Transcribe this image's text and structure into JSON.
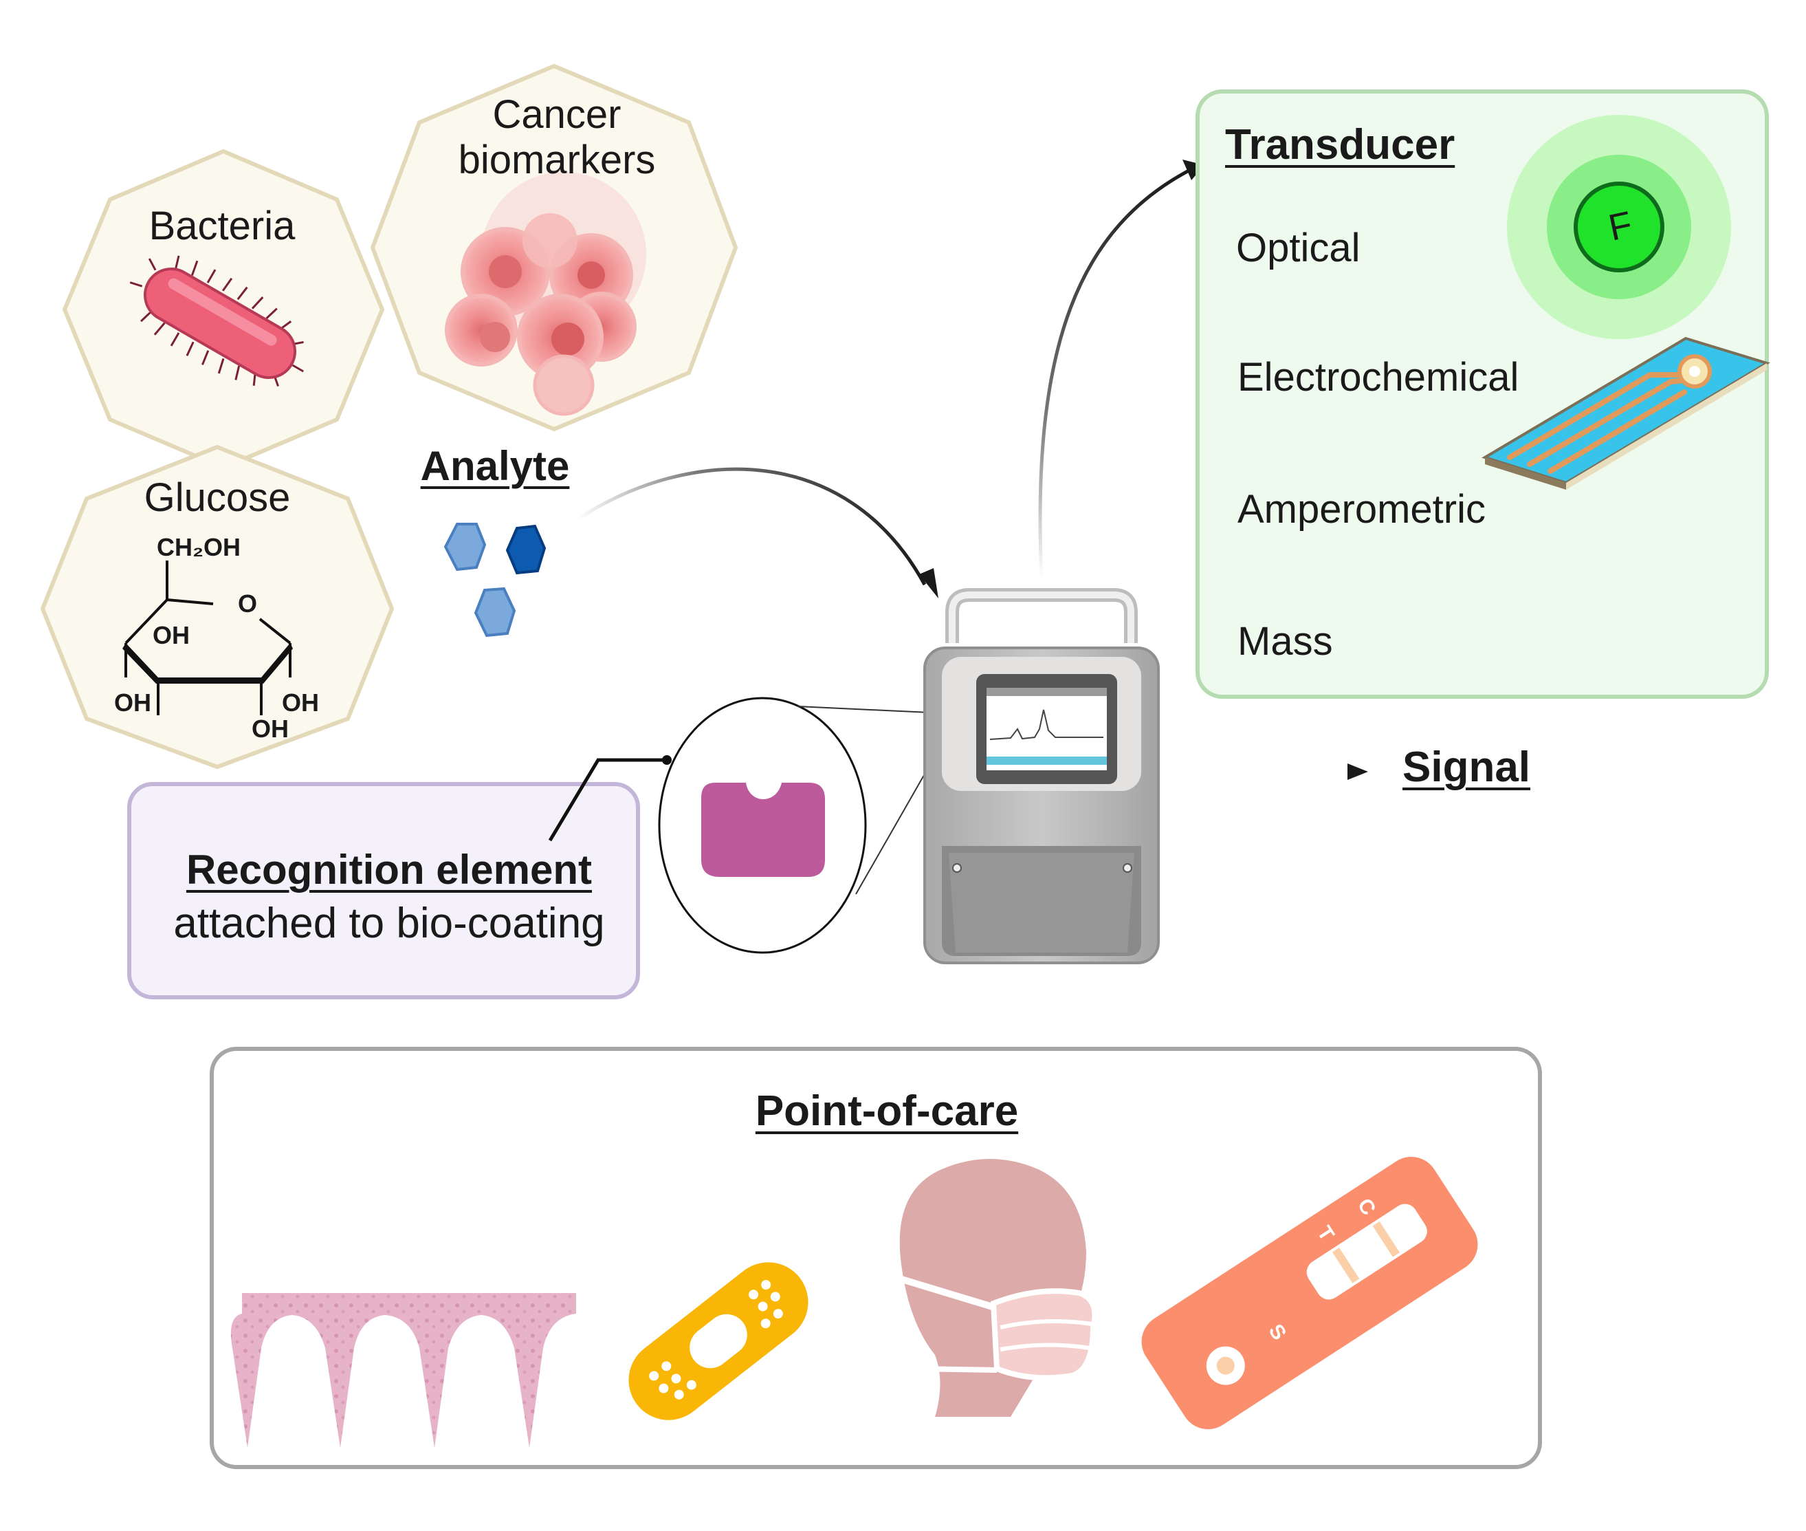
{
  "analyte": {
    "title": "Analyte",
    "bacteria_label": "Bacteria",
    "cancer_label_line1": "Cancer",
    "cancer_label_line2": "biomarkers",
    "glucose_label": "Glucose",
    "glucose_groups": {
      "ch2oh": "CH₂OH",
      "o": "O",
      "oh": "OH"
    }
  },
  "recognition": {
    "title": "Recognition element",
    "subtitle": "attached to bio-coating"
  },
  "transducer": {
    "title": "Transducer",
    "types": [
      "Optical",
      "Electrochemical",
      "Amperometric",
      "Mass"
    ],
    "fluorophore_letter": "F"
  },
  "signal": {
    "label": "Signal"
  },
  "poc": {
    "title": "Point-of-care",
    "test_letters": {
      "c": "C",
      "t": "T",
      "s": "S"
    }
  },
  "colors": {
    "hex_fill": "#fbf8ee",
    "hex_stroke": "#e3d9b8",
    "bacteria": "#ee5f78",
    "cancer": "#f2979a",
    "analyte_light": "#7ba9dc",
    "analyte_dark": "#0d5bb0",
    "recognition_box_fill": "#f4f1fa",
    "recognition_box_stroke": "#c4b6d9",
    "receptor": "#bc5a9c",
    "transducer_box_fill": "#eefaee",
    "transducer_box_stroke": "#b5dcb0",
    "fluor": "#21e22b",
    "strip": "#38c3ea",
    "poc_stroke": "#a6a6a6",
    "microneedle": "#e6b3c9",
    "bandage": "#f9b606",
    "mask_head": "#dcaaa9",
    "test_kit": "#fb8e6c"
  }
}
